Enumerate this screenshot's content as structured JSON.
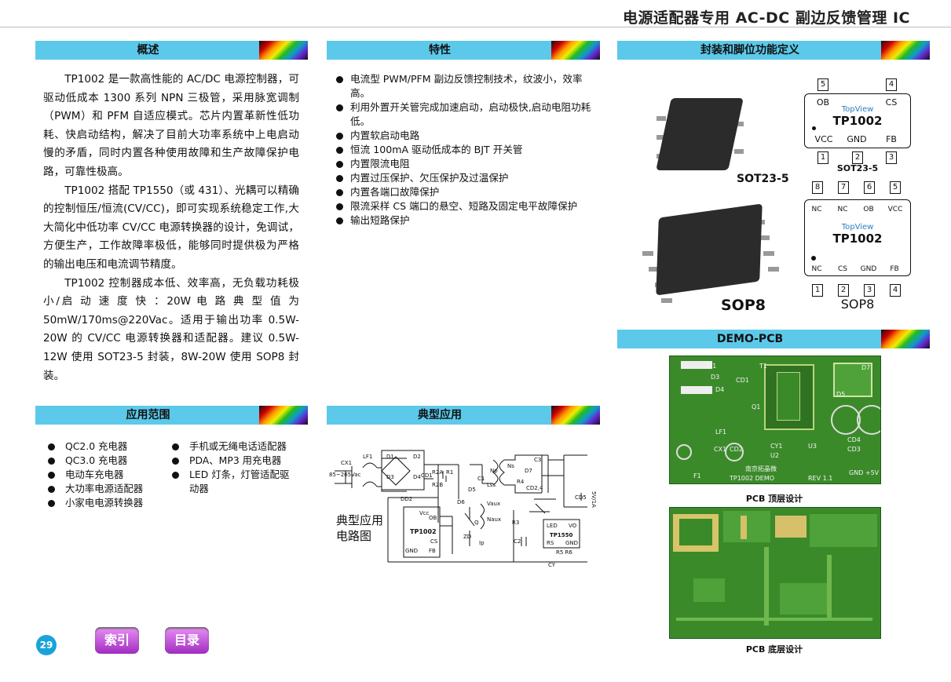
{
  "header": {
    "title": "电源适配器专用 AC-DC 副边反馈管理 IC"
  },
  "overview": {
    "heading": "概述",
    "paragraphs": [
      "TP1002 是一款高性能的 AC/DC 电源控制器，可驱动低成本 1300 系列 NPN 三极管，采用脉宽调制（PWM）和 PFM 自适应模式。芯片内置革新性低功耗、快启动结构，解决了目前大功率系统中上电启动慢的矛盾，同时内置各种使用故障和生产故障保护电路，可靠性极高。",
      "TP1002 搭配 TP1550（或 431）、光耦可以精确的控制恒压/恒流(CV/CC)，即可实现系统稳定工作,大大简化中低功率 CV/CC 电源转换器的设计，免调试，方便生产，工作故障率极低，能够同时提供极为严格的输出电压和电流调节精度。",
      "TP1002 控制器成本低、效率高，无负载功耗极 小/启 动 速 度 快 ：20W 电 路 典 型 值 为 50mW/170ms@220Vac。适用于输出功率 0.5W-20W 的 CV/CC 电源转换器和适配器。建议 0.5W-12W 使用 SOT23-5 封装，8W-20W 使用 SOP8 封装。"
    ]
  },
  "features": {
    "heading": "特性",
    "items": [
      "电流型 PWM/PFM 副边反馈控制技术，纹波小，效率高。",
      "利用外置开关管完成加速启动，启动极快,启动电阻功耗低。",
      "内置软启动电路",
      "恒流 100mA 驱动低成本的 BJT 开关管",
      "内置限流电阻",
      "内置过压保护、欠压保护及过温保护",
      "内置各端口故障保护",
      "限流采样 CS 端口的悬空、短路及固定电平故障保护",
      "输出短路保护"
    ]
  },
  "package": {
    "heading": "封装和脚位功能定义",
    "sot_label": "SOT23-5",
    "sop_label": "SOP8",
    "sot23": {
      "top_pins": [
        "5",
        "4"
      ],
      "top_names": [
        "OB",
        "CS"
      ],
      "view": "TopView",
      "part": "TP1002",
      "bottom_names": [
        "VCC",
        "GND",
        "FB"
      ],
      "bottom_pins": [
        "1",
        "2",
        "3"
      ],
      "caption": "SOT23-5"
    },
    "sop8": {
      "top_pins": [
        "8",
        "7",
        "6",
        "5"
      ],
      "top_names": [
        "NC",
        "NC",
        "OB",
        "VCC"
      ],
      "view": "TopView",
      "part": "TP1002",
      "bottom_names": [
        "NC",
        "CS",
        "GND",
        "FB"
      ],
      "bottom_pins": [
        "1",
        "2",
        "3",
        "4"
      ],
      "caption": "SOP8"
    }
  },
  "demo": {
    "heading": "DEMO-PCB",
    "top_caption": "PCB  顶层设计",
    "bottom_caption": "PCB  底层设计",
    "top_board_texts": [
      "D1",
      "D3",
      "D4",
      "CD1",
      "T1",
      "D7",
      "D5",
      "LF1",
      "Q1",
      "CX1",
      "CD2",
      "CY1",
      "U2",
      "U3",
      "CD4",
      "CD3",
      "F1",
      "GND +5V",
      "TP1002 DEMO",
      "REV 1.1",
      "南京拓晶微"
    ]
  },
  "applications": {
    "heading": "应用范围",
    "col1": [
      "QC2.0 充电器",
      "QC3.0 充电器",
      "电动车充电器",
      "大功率电源适配器",
      "小家电电源转换器"
    ],
    "col2": [
      "手机或无绳电话适配器",
      "PDA、MP3 用充电器",
      "LED 灯条，灯管适配驱动器"
    ]
  },
  "typical": {
    "heading": "典型应用",
    "caption_line1": "典型应用",
    "caption_line2": "电路图",
    "labels": {
      "ac_in": "85~265Vac",
      "cx1": "CX1",
      "lf1": "LF1",
      "d1": "D1",
      "d2": "D2",
      "d3": "D3",
      "d4": "D4",
      "cd1": "CD1",
      "r1": "R1",
      "r2a": "R2A",
      "r2b": "R2B",
      "c1": "C1",
      "d5": "D5",
      "d6": "D6",
      "np": "Np",
      "ls": "Lss",
      "ns": "Ns",
      "naux": "Naux",
      "vaux": "Vaux",
      "r4": "R4",
      "c3": "C3",
      "d7": "D7",
      "cd2_4": "CD2,4",
      "cd5": "CD5",
      "vout": "5V/1A",
      "dd2": "DD2",
      "d_vcc": "Vcc",
      "d_ob": "OB",
      "d_cs": "CS",
      "d_gnd": "GND",
      "d_fb": "FB",
      "ic1": "TP1002",
      "q1": "Q",
      "zd": "ZD",
      "r3": "R3",
      "c2": "C2",
      "ip": "Ip",
      "ic2": "TP1550",
      "led": "LED",
      "vo": "VO",
      "rs": "RS",
      "gnd2": "GND",
      "r5r6": "R5 R6",
      "cy": "CY"
    }
  },
  "footer": {
    "page": "29",
    "btn_index": "索引",
    "btn_toc": "目录"
  },
  "colors": {
    "section_bar": "#5cc9ea",
    "pcb_green": "#3b8a2a",
    "button": "#b23ed0",
    "page_badge": "#1aa3d9"
  }
}
